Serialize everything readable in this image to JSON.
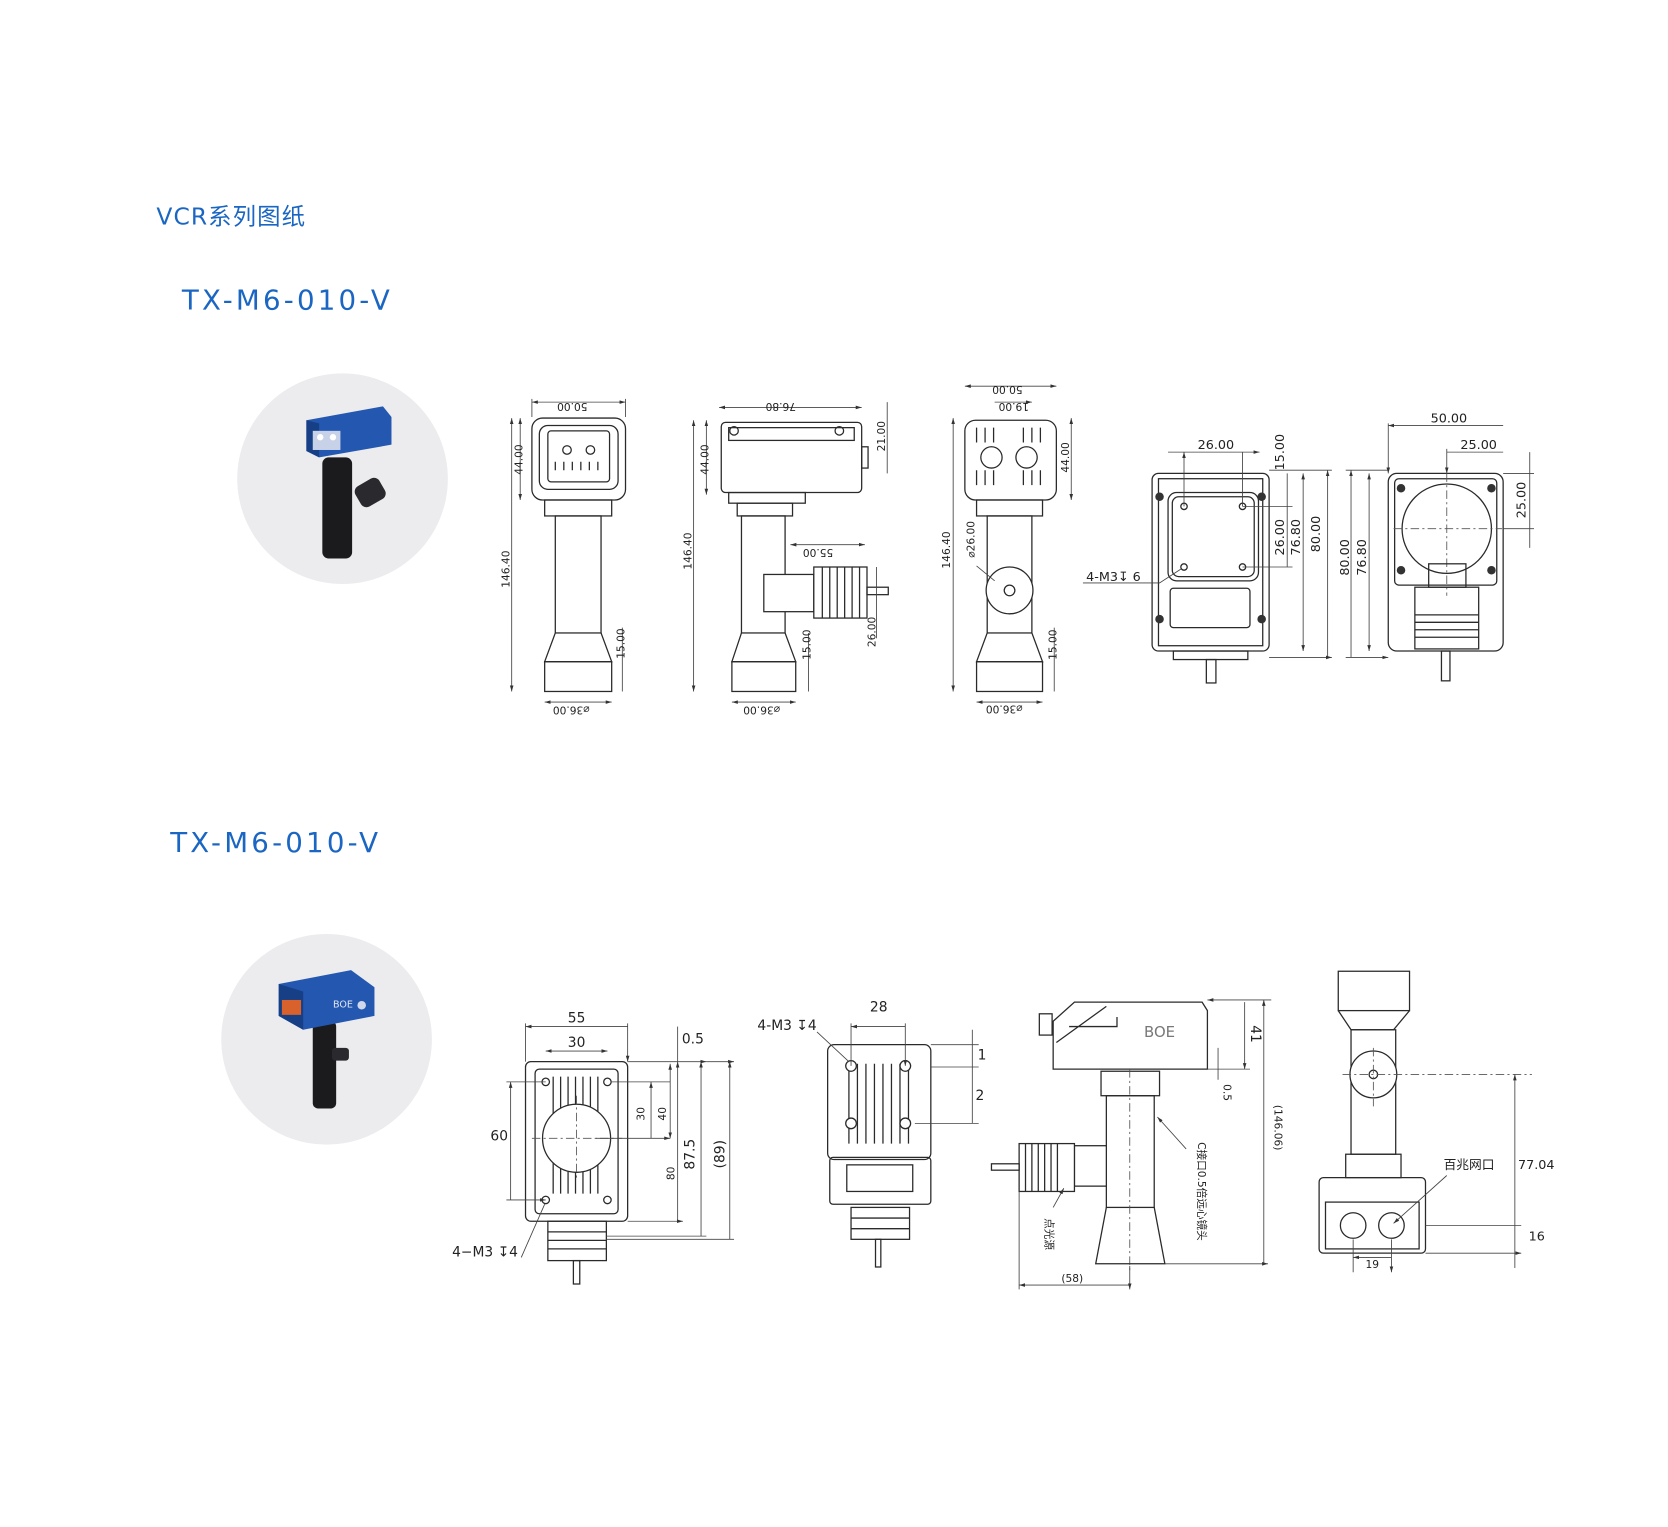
{
  "page": {
    "title": "VCR系列图纸"
  },
  "colors": {
    "accent": "#1a66c2",
    "camera_blue": "#2457b0"
  },
  "sections": [
    {
      "model": "TX-M6-010-V",
      "views": {
        "front": {
          "width": "50.00",
          "head_height": "44.00",
          "total_height": "146.40",
          "cone_height": "15.00",
          "base_dia": "⌀36.00"
        },
        "side": {
          "length": "76.80",
          "head_height": "44.00",
          "total_height": "146.40",
          "connector": "21.00",
          "lens_offset": "55.00",
          "lens_dia": "26.00",
          "cone_height": "15.00",
          "base_dia": "⌀36.00"
        },
        "rear": {
          "width": "50.00",
          "offset": "19.00",
          "head_height": "44.00",
          "total_height": "146.40",
          "lens_dia": "⌀26.00",
          "cone_height": "15.00",
          "base_dia": "⌀36.00"
        },
        "top": {
          "hole_spacing_x": "26.00",
          "offset": "15.00",
          "hole_spacing_y": "26.00",
          "inner_height": "76.80",
          "height": "80.00",
          "thread": "4-M3↧ 6"
        },
        "bottom": {
          "width": "50.00",
          "half_width": "25.00",
          "half_height": "25.00",
          "height": "80.00",
          "inner_height": "76.80"
        }
      }
    },
    {
      "model": "TX-M6-010-V",
      "views": {
        "back": {
          "width": "55",
          "hole_spacing": "30",
          "gap": "0.5",
          "height": "60",
          "d30": "30",
          "d40": "40",
          "d80": "80",
          "d87": "87.5",
          "d89": "(89)",
          "thread": "4−M3 ↧4"
        },
        "top": {
          "thread": "4-M3 ↧4",
          "width": "28",
          "d1": "1",
          "d2": "2"
        },
        "side": {
          "d41": "41",
          "gap": "0.5",
          "total": "(146.06)",
          "lens_label": "C接口0.5倍远心镜头",
          "light_label": "点光源",
          "lens_offset": "(58)",
          "logo": "BOE"
        },
        "front": {
          "port_label": "百兆网口",
          "d77": "77.04",
          "d16": "16",
          "d19": "19"
        }
      },
      "photo_logo": "BOE"
    }
  ]
}
